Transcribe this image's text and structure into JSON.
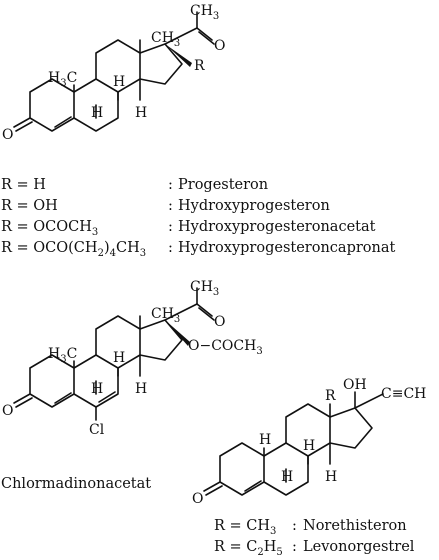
{
  "top": {
    "labels": {
      "ch3_top": "CH",
      "ch3_top_sub": "3",
      "ch3_c13": "CH",
      "ch3_c13_sub": "3",
      "h3c_c10": "H",
      "h3c_c10_sub": "3",
      "h3c_c10_c": "C",
      "o_keto": "O",
      "o_c3": "O",
      "r": "R",
      "h8": "H",
      "h9": "H",
      "h14": "H"
    },
    "table": [
      {
        "r": "R = H",
        "sep": ":",
        "name": "Progesteron"
      },
      {
        "r": "R = OH",
        "sep": ":",
        "name": "Hydroxyprogesteron"
      },
      {
        "r": "R = OCOCH",
        "r_sub": "3",
        "sep": ":",
        "name": "Hydroxyprogesteronacetat"
      },
      {
        "r": "R = OCO(CH",
        "r_sub": "2",
        "r_tail": ")",
        "r_sub2": "4",
        "r_tail2": "CH",
        "r_sub3": "3",
        "sep": ":",
        "name": "Hydroxyprogesteroncapronat"
      }
    ]
  },
  "middle": {
    "labels": {
      "ch3_top": "CH",
      "ch3_top_sub": "3",
      "ch3_c13": "CH",
      "ch3_c13_sub": "3",
      "h3c_c10": "H",
      "h3c_c10_sub": "3",
      "h3c_c10_c": "C",
      "o_keto": "O",
      "o_c3": "O",
      "oacetate": "O−COCH",
      "oacetate_sub": "3",
      "h8": "H",
      "h9": "H",
      "h14": "H",
      "cl": "Cl"
    },
    "name": "Chlormadinonacetat"
  },
  "bottom": {
    "labels": {
      "r": "R",
      "oh": "OH",
      "ethynyl": "C≡CH",
      "o_c3": "O",
      "h8": "H",
      "h9": "H",
      "h10": "H",
      "h14": "H"
    },
    "table": [
      {
        "r": "R = CH",
        "r_sub": "3",
        "sep": ":",
        "name": "Norethisteron"
      },
      {
        "r": "R = C",
        "r_sub": "2",
        "r_tail": "H",
        "r_sub2": "5",
        "sep": ":",
        "name": "Levonorgestrel"
      }
    ]
  }
}
